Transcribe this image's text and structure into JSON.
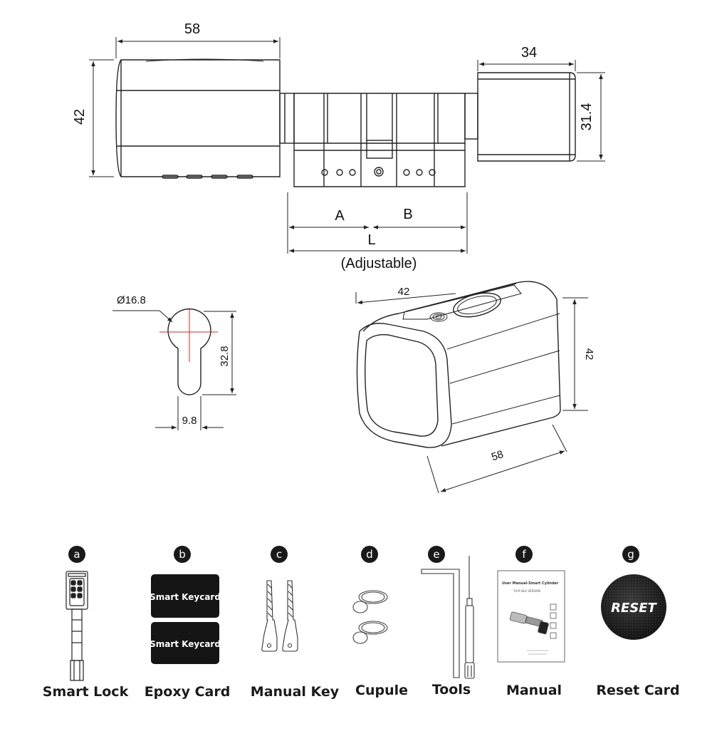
{
  "top_view": {
    "dim_width_body": "58",
    "dim_height_body": "42",
    "dim_knob_width": "34",
    "dim_knob_height": "31.4",
    "label_a": "A",
    "label_b": "B",
    "label_l": "L",
    "label_adjustable": "(Adjustable)"
  },
  "profile_view": {
    "dim_diameter": "Ø16.8",
    "dim_height": "32.8",
    "dim_width": "9.8"
  },
  "iso_view": {
    "dim_width": "42",
    "dim_height": "42",
    "dim_length": "58"
  },
  "package_items": [
    {
      "letter": "a",
      "name": "Smart Lock"
    },
    {
      "letter": "b",
      "name": "Epoxy Card",
      "card_text": "Smart Keycard"
    },
    {
      "letter": "c",
      "name": "Manual Key"
    },
    {
      "letter": "d",
      "name": "Cupule"
    },
    {
      "letter": "e",
      "name": "Tools"
    },
    {
      "letter": "f",
      "name": "Manual",
      "manual_title": "User Manual-Smart Cylinder",
      "manual_subtitle": "TUYA BLE VERSION"
    },
    {
      "letter": "g",
      "name": "Reset Card",
      "reset_text": "RESET"
    }
  ],
  "colors": {
    "line": "#222222",
    "crosshair": "#e02020",
    "badge": "#1a1a1a",
    "card": "#151515"
  }
}
